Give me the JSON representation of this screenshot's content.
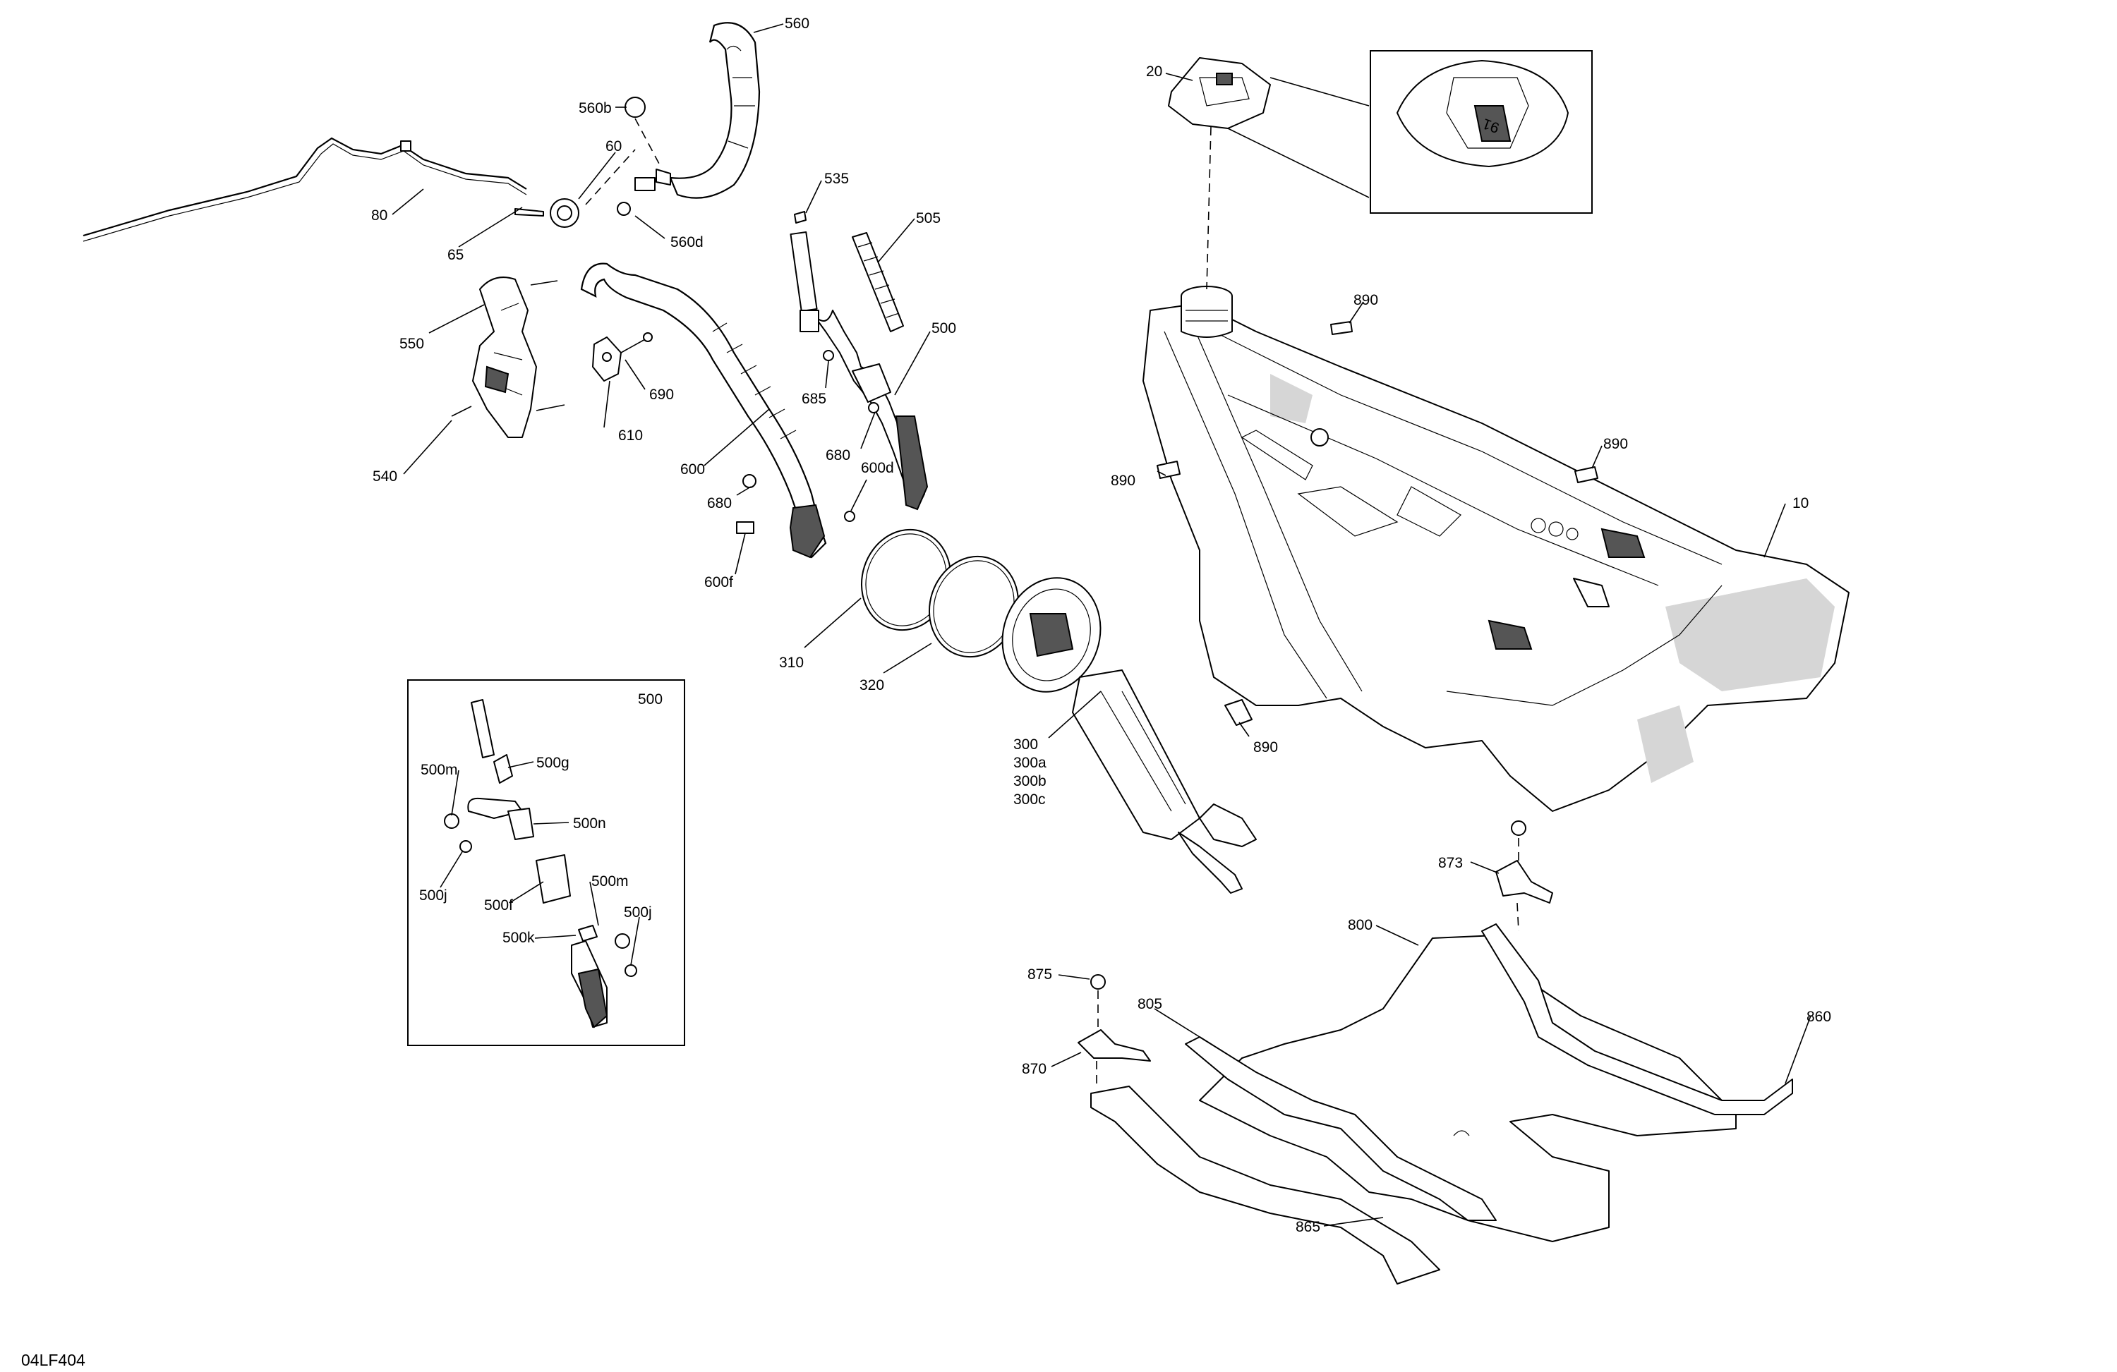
{
  "diagram_code": "04LF404",
  "callouts": {
    "c560": "560",
    "c560b": "560b",
    "c60": "60",
    "c80": "80",
    "c65": "65",
    "c560d": "560d",
    "c535": "535",
    "c505": "505",
    "c20": "20",
    "c550": "550",
    "c690": "690",
    "c610": "610",
    "c540": "540",
    "c685": "685",
    "c500": "500",
    "c680a": "680",
    "c680b": "680",
    "c600": "600",
    "c600d": "600d",
    "c600f": "600f",
    "c890a": "890",
    "c890b": "890",
    "c890c": "890",
    "c890d": "890",
    "c10": "10",
    "c310": "310",
    "c320": "320",
    "c300": "300",
    "c300a": "300a",
    "c300b": "300b",
    "c300c": "300c",
    "c873": "873",
    "c800": "800",
    "c875": "875",
    "c805": "805",
    "c870": "870",
    "c860": "860",
    "c865": "865"
  },
  "inset": {
    "title": "500",
    "labels": {
      "m1": "500m",
      "g": "500g",
      "n": "500n",
      "j1": "500j",
      "f": "500f",
      "m2": "500m",
      "k": "500k",
      "j2": "500j"
    }
  },
  "cap_detail": {
    "mark": "91"
  }
}
